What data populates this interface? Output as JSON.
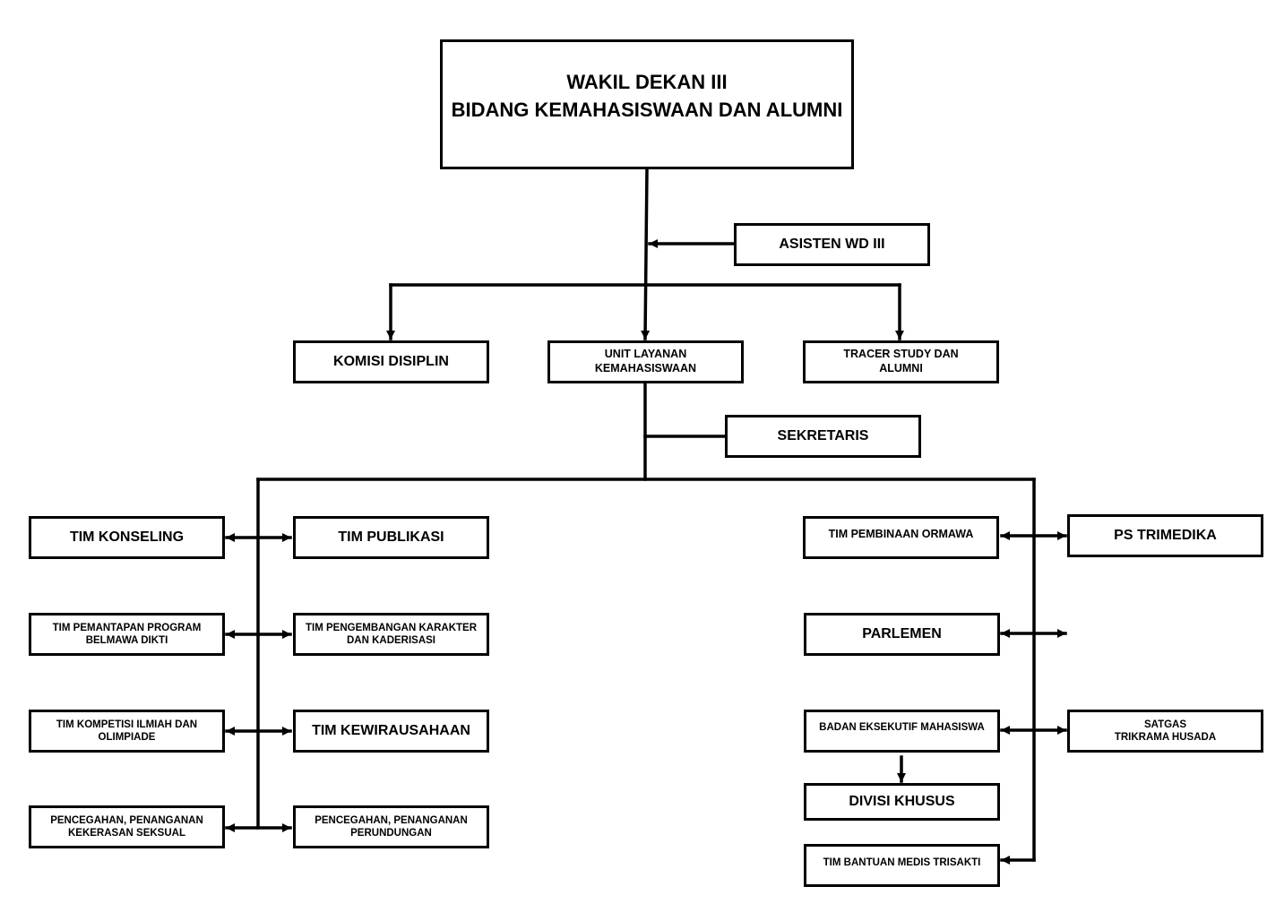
{
  "org": {
    "head": {
      "line1": "WAKIL DEKAN III",
      "line2": "BIDANG KEMAHASISWAAN DAN ALUMNI"
    },
    "asisten": "ASISTEN WD III",
    "komisi": "KOMISI DISIPLIN",
    "unit": {
      "line1": "UNIT LAYANAN",
      "line2": "KEMAHASISWAAN"
    },
    "tracer": {
      "line1": "TRACER STUDY DAN",
      "line2": "ALUMNI"
    },
    "sekretaris": "SEKRETARIS",
    "left_outer": [
      {
        "line1": "TIM KONSELING"
      },
      {
        "line1": "TIM PEMANTAPAN PROGRAM",
        "line2": "BELMAWA DIKTI"
      },
      {
        "line1": "TIM KOMPETISI ILMIAH DAN",
        "line2": "OLIMPIADE"
      },
      {
        "line1": "PENCEGAHAN, PENANGANAN",
        "line2": "KEKERASAN SEKSUAL"
      }
    ],
    "left_inner": [
      {
        "line1": "TIM PUBLIKASI"
      },
      {
        "line1": "TIM PENGEMBANGAN KARAKTER",
        "line2": "DAN KADERISASI"
      },
      {
        "line1": "TIM KEWIRAUSAHAAN"
      },
      {
        "line1": "PENCEGAHAN, PENANGANAN",
        "line2": "PERUNDUNGAN"
      }
    ],
    "right_inner": [
      {
        "line1": "TIM PEMBINAAN ORMAWA"
      },
      {
        "line1": "PARLEMEN"
      },
      {
        "line1": "BADAN EKSEKUTIF MAHASISWA"
      },
      {
        "line1": "DIVISI KHUSUS"
      },
      {
        "line1": "TIM BANTUAN MEDIS TRISAKTI"
      }
    ],
    "right_outer": [
      {
        "line1": "PS TRIMEDIKA"
      },
      {
        "line1": "SATGAS",
        "line2": "TRIKRAMA HUSADA"
      }
    ]
  }
}
